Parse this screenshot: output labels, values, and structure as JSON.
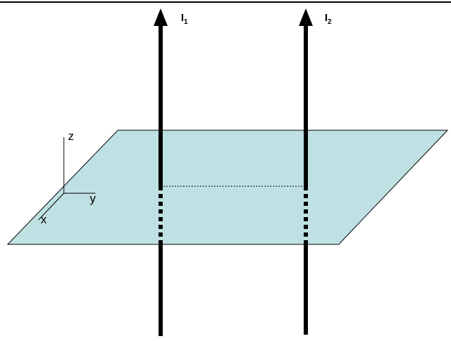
{
  "colors": {
    "plane_fill": "#bfe1e3",
    "line": "#000000",
    "background": "#ffffff"
  },
  "wires": [
    {
      "label_letter": "I",
      "label_sub": "1",
      "current_direction": "up"
    },
    {
      "label_letter": "I",
      "label_sub": "2",
      "current_direction": "up"
    }
  ],
  "axes": {
    "x_label": "x",
    "y_label": "y",
    "z_label": "z"
  }
}
